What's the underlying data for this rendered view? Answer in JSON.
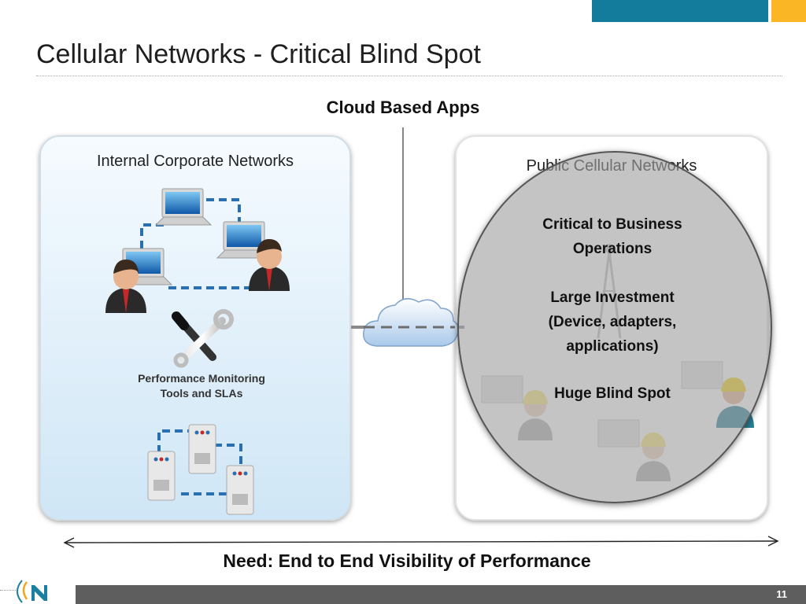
{
  "colors": {
    "accent_blue": "#137b9c",
    "accent_gold": "#fbb625",
    "footer_gray": "#5e5e5e",
    "dash_blue": "#2a6fb0",
    "logo_teal": "#1b7fa2"
  },
  "slide": {
    "title": "Cellular Networks - Critical Blind Spot",
    "page_number": "11"
  },
  "diagram": {
    "top_label": "Cloud Based Apps",
    "left_panel": {
      "title": "Internal Corporate Networks",
      "tools_label_line1": "Performance Monitoring",
      "tools_label_line2": "Tools and SLAs",
      "icons": [
        "laptop-icon",
        "person-icon",
        "tools-icon",
        "server-icon"
      ]
    },
    "right_panel": {
      "title": "Public Cellular Networks",
      "icons": [
        "cell-tower-icon",
        "worker-icon",
        "laptop-icon"
      ]
    },
    "overlay": {
      "line1": "Critical to Business",
      "line2": "Operations",
      "line3": "Large Investment",
      "line4": "(Device, adapters,",
      "line5": "applications)",
      "line6": "Huge Blind Spot"
    },
    "bottom_label": "Need:  End to End Visibility of Performance"
  }
}
